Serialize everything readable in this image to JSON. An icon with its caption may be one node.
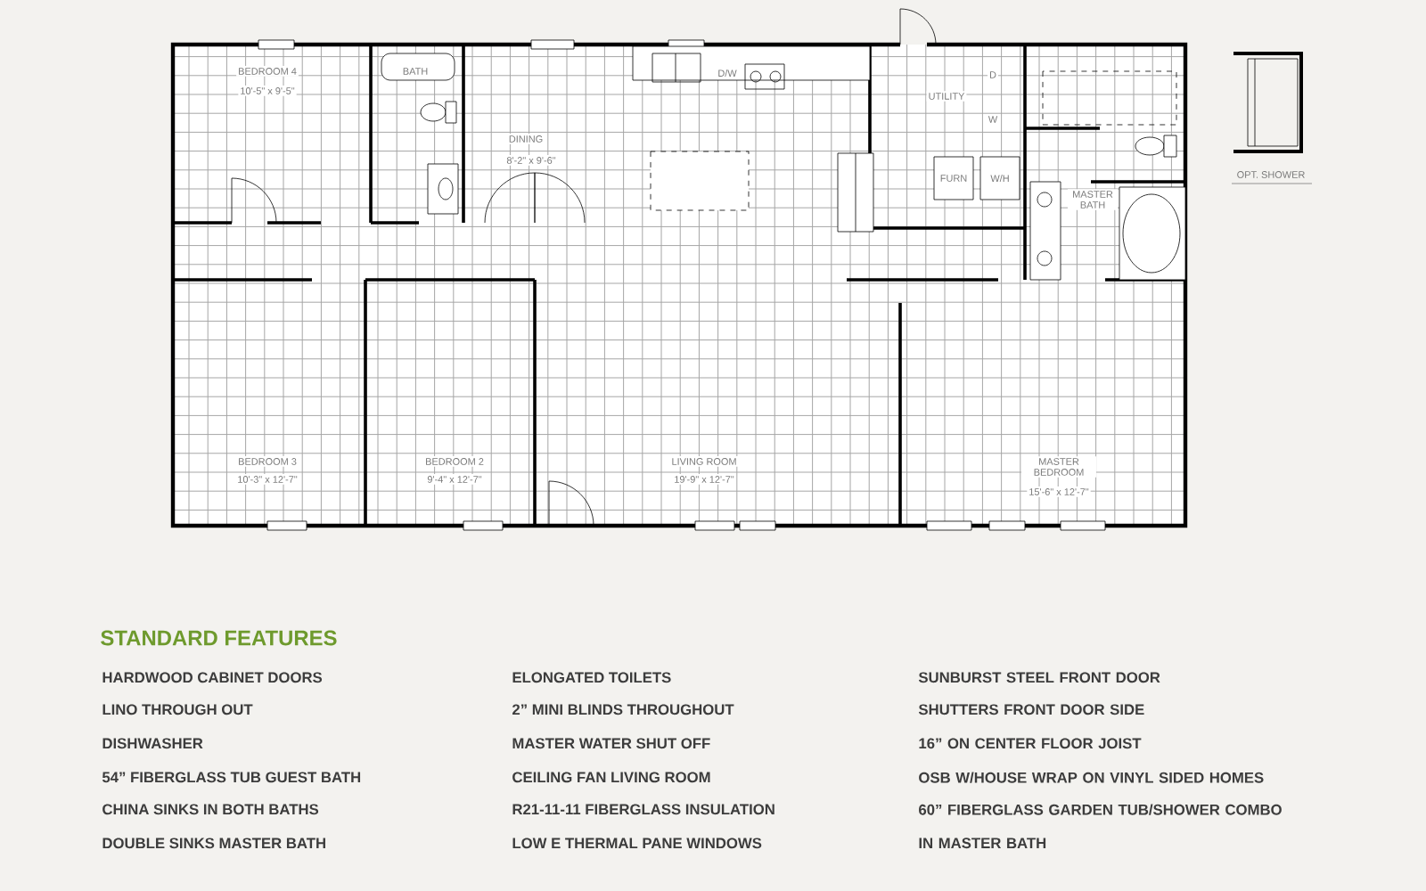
{
  "diagram": {
    "title": "STANDARD FEATURES",
    "labels": [
      "BEDROOM 4",
      "10'-5\" x 9'-5\"",
      "BATH",
      "D/W",
      "UTILITY",
      "D",
      "W",
      "DINING",
      "8'-2\" x 9'-6\"",
      "OPT. SHOWER",
      "FURN",
      "W/H",
      "MASTER BATH",
      "BEDROOM 3",
      "10'-3\" x 12'-7\"",
      "BEDROOM 2",
      "9'-4\" x 12'-7\"",
      "LIVING ROOM",
      "19'-9\" x 12'-7\"",
      "MASTER BEDROOM",
      "15'-6\" x 12'-7\"",
      "HARDWOOD CABINET DOORS",
      "ELONGATED TOILETS",
      "SUNBURST STEEL FRONT DOOR",
      "LINO THROUGH OUT",
      "2” MINI BLINDS THROUGHOUT",
      "SHUTTERS FRONT DOOR SIDE",
      "DISHWASHER",
      "MASTER WATER SHUT OFF",
      "16” ON CENTER FLOOR JOIST",
      "54” FIBERGLASS TUB GUEST BATH",
      "CEILING FAN LIVING ROOM",
      "OSB W/HOUSE WRAP ON VINYL SIDED HOMES",
      "CHINA SINKS IN BOTH BATHS",
      "R21-11-11 FIBERGLASS INSULATION",
      "60” FIBERGLASS GARDEN TUB/SHOWER COMBO IN MASTER BATH",
      "DOUBLE SINKS MASTER BATH",
      "LOW E THERMAL PANE WINDOWS"
    ]
  }
}
